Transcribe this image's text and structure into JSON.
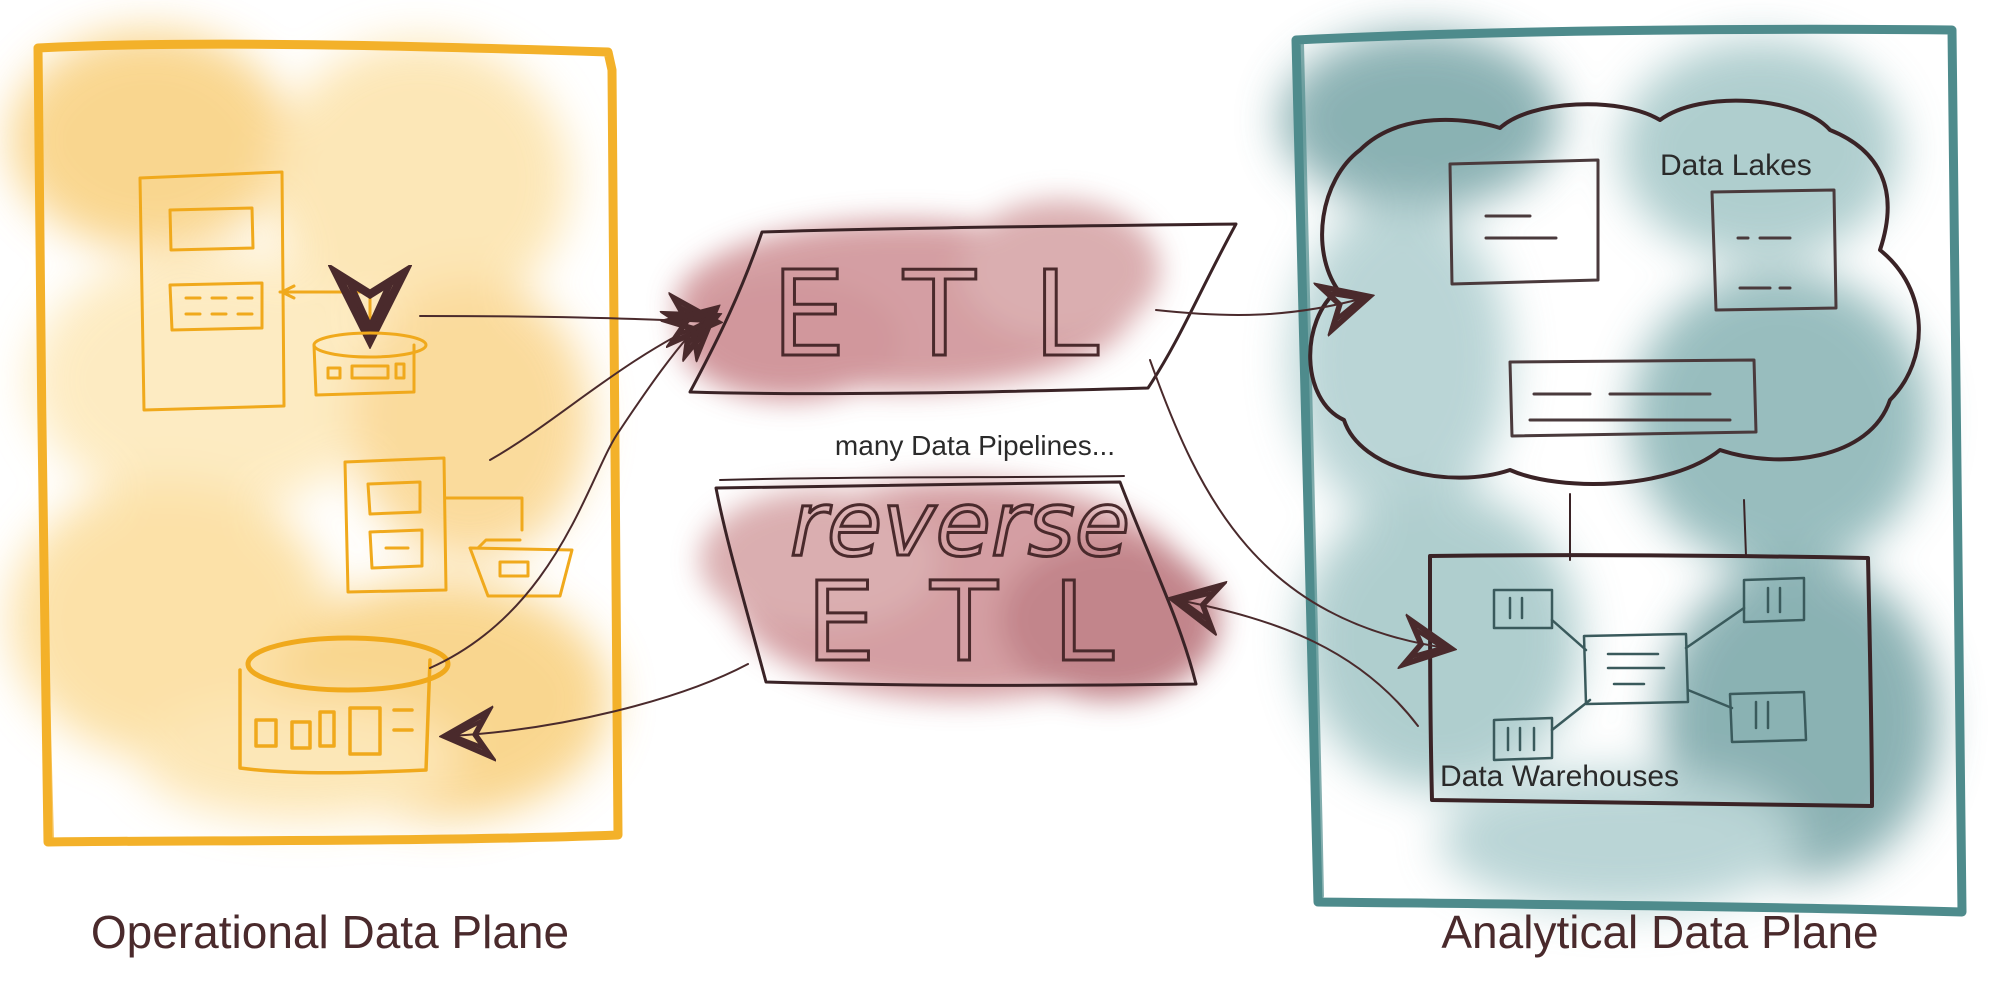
{
  "colors": {
    "operational": "#f3b12a",
    "operational_wash": "#fbd88c",
    "analytical": "#4e8b8c",
    "analytical_wash": "#8fb9ba",
    "pipeline_wash": "#c98a8f",
    "ink": "#4a2a2c"
  },
  "operational": {
    "caption": "Operational Data Plane"
  },
  "analytical": {
    "caption": "Analytical Data Plane",
    "lakes_label": "Data Lakes",
    "warehouses_label": "Data Warehouses"
  },
  "pipelines": {
    "etl_label": "E T L",
    "reverse_label": "reverse",
    "reverse_etl_label": "E T L",
    "caption": "many Data Pipelines..."
  }
}
